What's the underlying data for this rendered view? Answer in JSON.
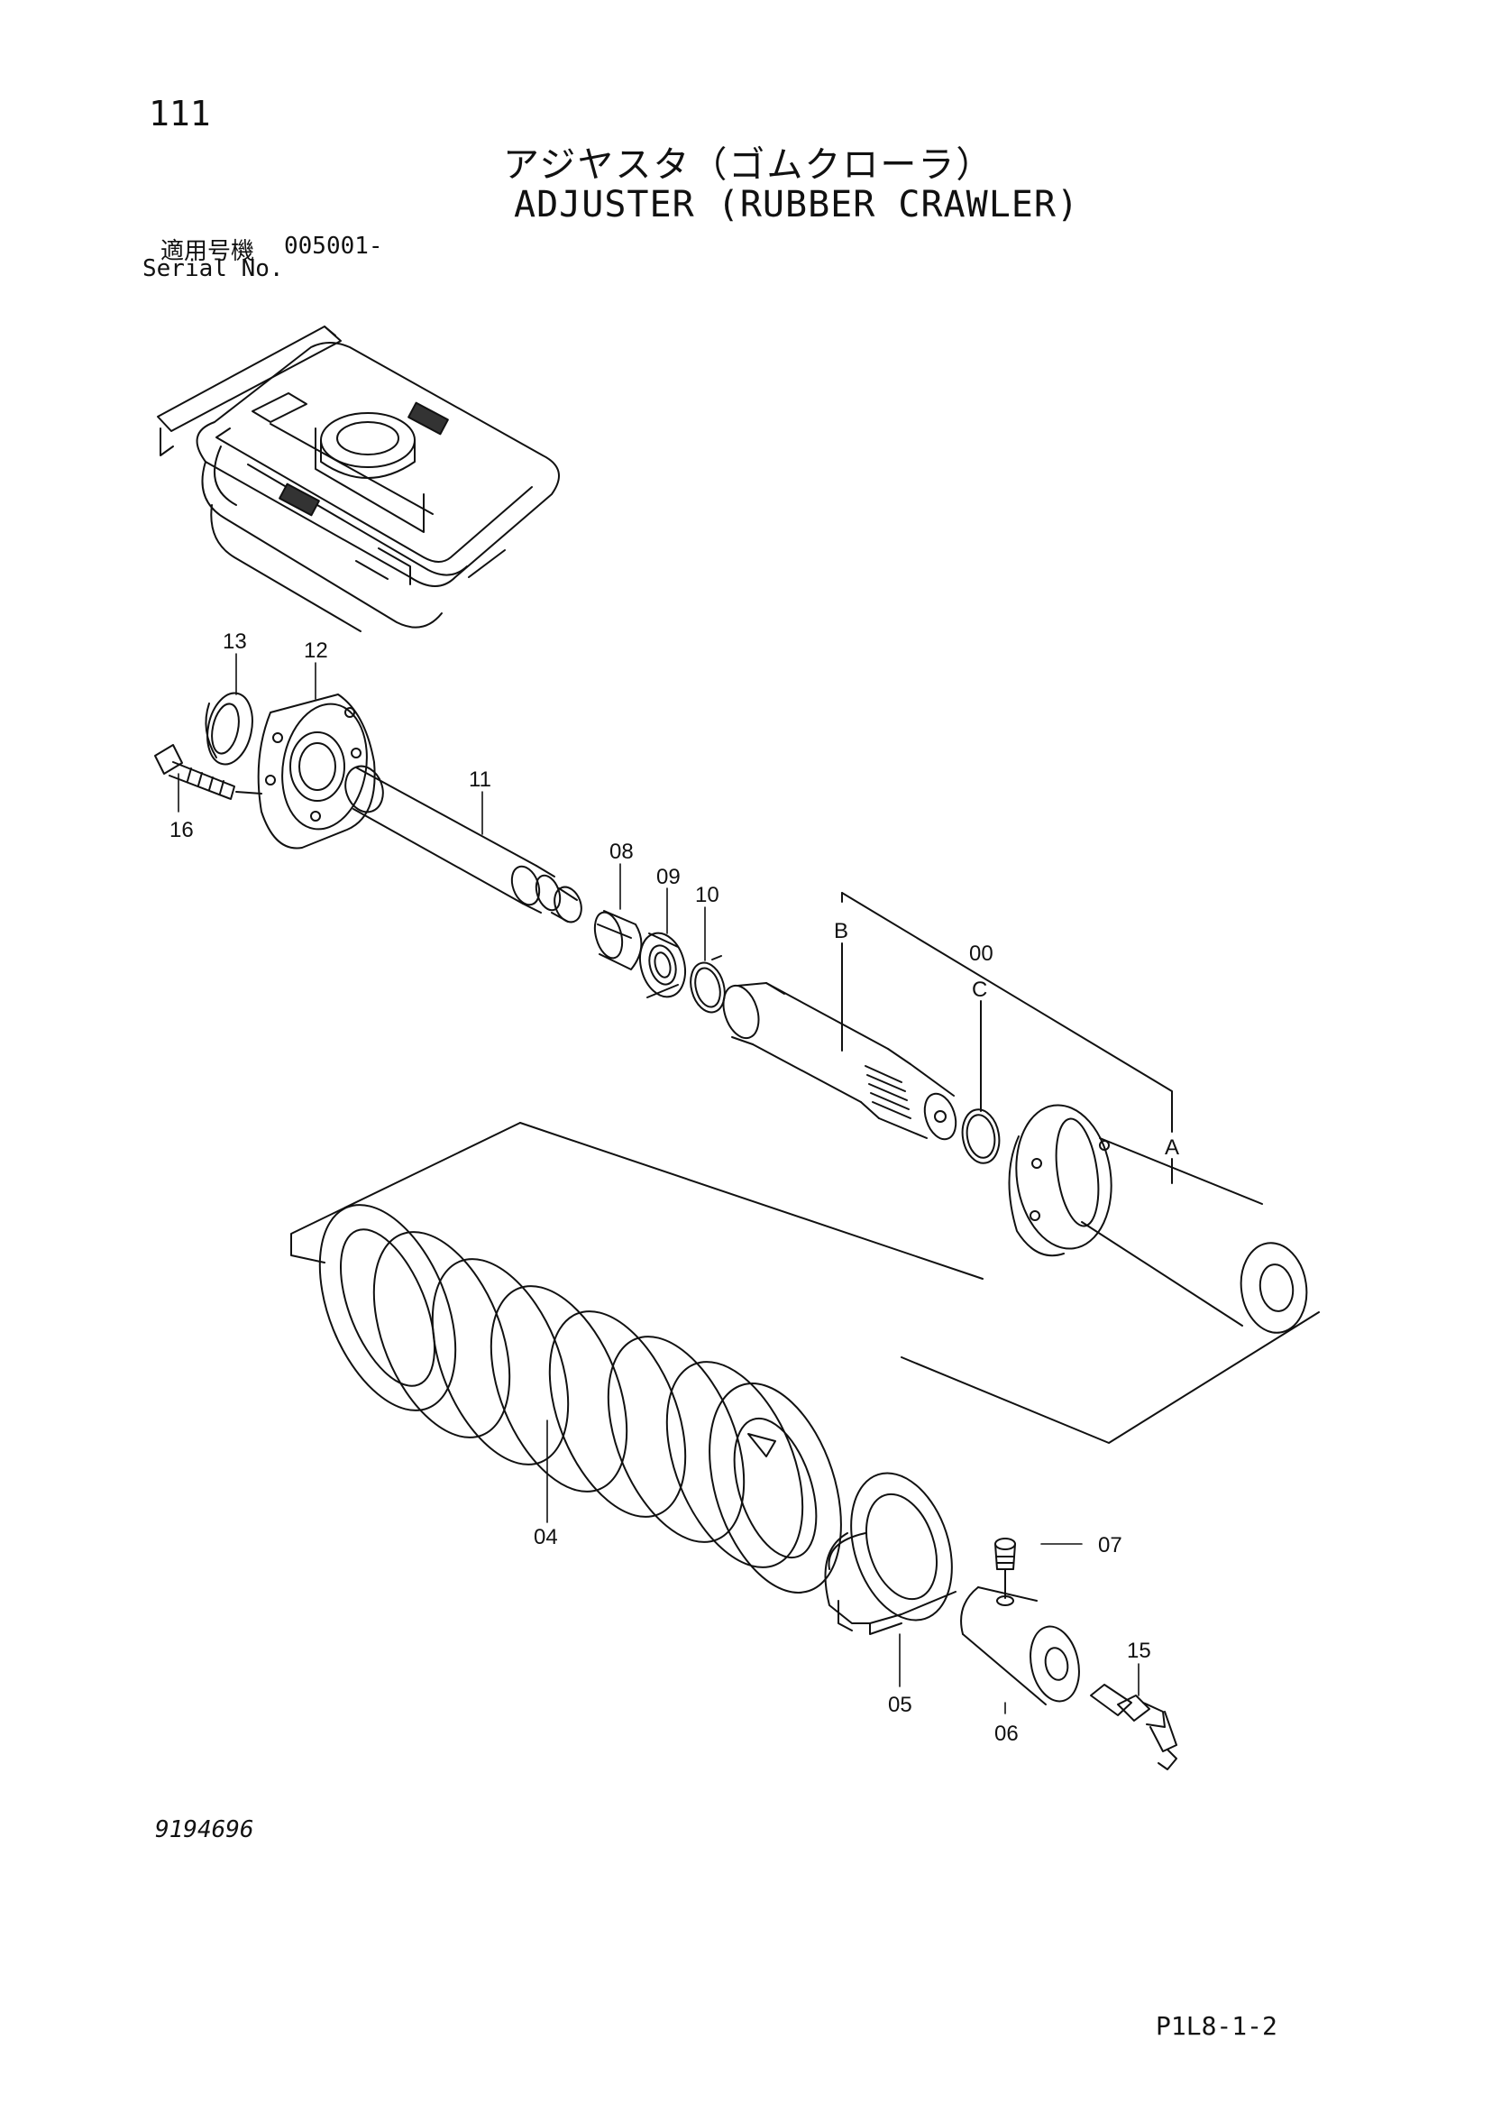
{
  "page_number": "111",
  "title_jp": "アジヤスタ（ゴムクローラ）",
  "title_en": "ADJUSTER (RUBBER CRAWLER)",
  "serial": {
    "label_jp": "適用号機",
    "value": "005001-",
    "label_en": "Serial No."
  },
  "callouts": {
    "p13": "13",
    "p12": "12",
    "p16": "16",
    "p11": "11",
    "p08": "08",
    "p09": "09",
    "p10": "10",
    "pB": "B",
    "p00": "00",
    "pC": "C",
    "pA": "A",
    "p04": "04",
    "p07": "07",
    "p15": "15",
    "p05": "05",
    "p06": "06"
  },
  "drawing_number": "9194696",
  "page_code": "P1L8-1-2"
}
